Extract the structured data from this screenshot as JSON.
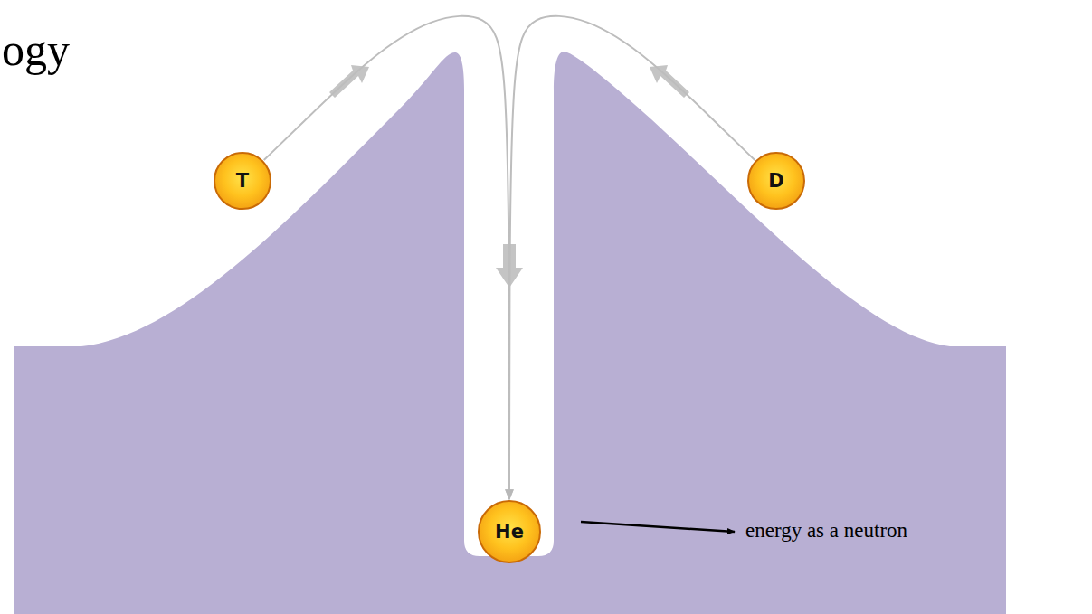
{
  "diagram": {
    "nodes": [
      {
        "text": [
          "T"
        ]
      },
      {
        "text": [
          "D"
        ]
      },
      {
        "text": [
          "He"
        ]
      }
    ],
    "edges": [
      {
        "from": 0,
        "to": 2,
        "arrow": "to"
      },
      {
        "from": 1,
        "to": 2,
        "arrow": "to"
      }
    ],
    "labels": [
      "ogy",
      "energy as a neutron"
    ]
  }
}
